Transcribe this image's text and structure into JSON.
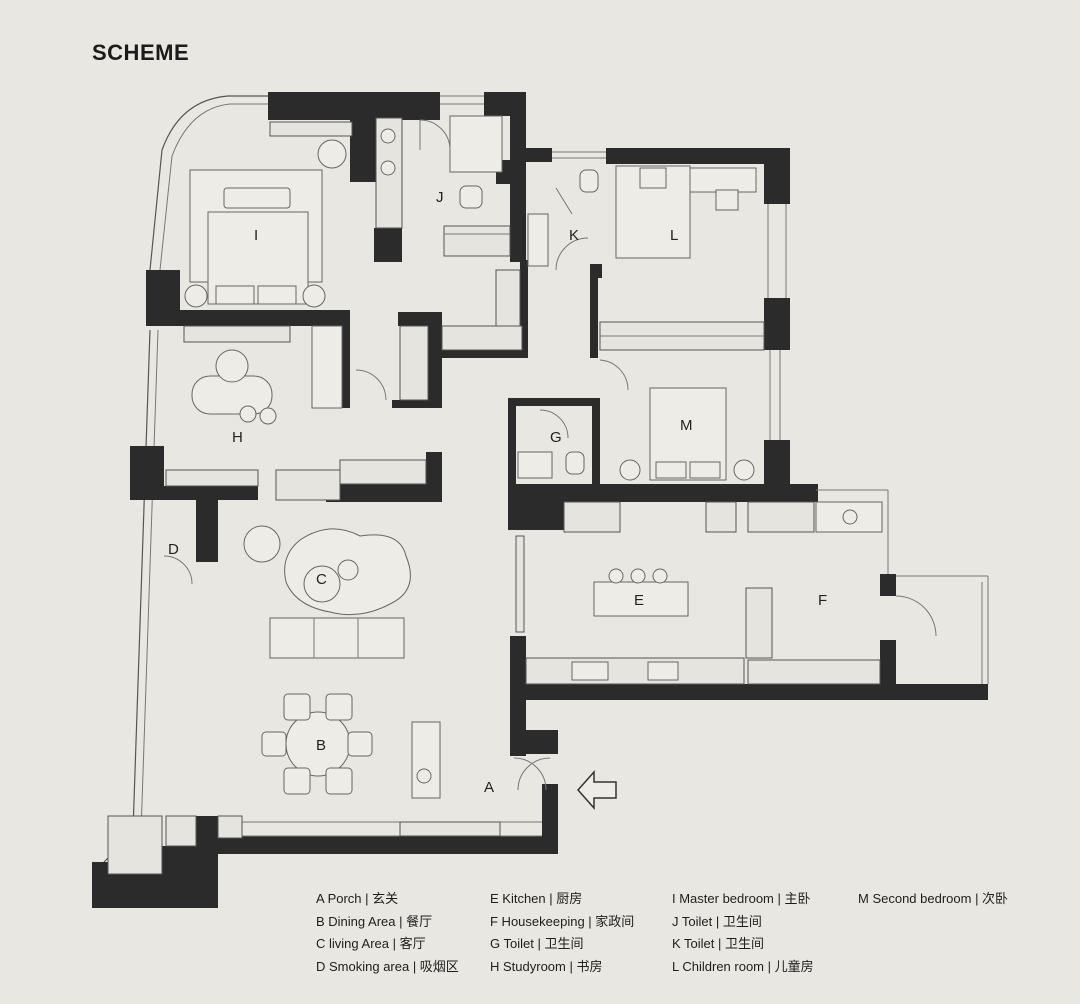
{
  "heading": "SCHEME",
  "rooms": {
    "A": "A",
    "B": "B",
    "C": "C",
    "D": "D",
    "E": "E",
    "F": "F",
    "G": "G",
    "H": "H",
    "I": "I",
    "J": "J",
    "K": "K",
    "L": "L",
    "M": "M"
  },
  "legend": {
    "col1": [
      "A Porch | 玄关",
      "B Dining Area | 餐厅",
      "C living Area | 客厅",
      "D Smoking area | 吸烟区"
    ],
    "col2": [
      "E Kitchen | 厨房",
      "F Housekeeping | 家政间",
      "G Toilet | 卫生间",
      "H Studyroom | 书房"
    ],
    "col3": [
      "I Master bedroom | 主卧",
      "J Toilet | 卫生间",
      "K Toilet | 卫生间",
      "L Children room | 儿童房"
    ],
    "col4": [
      "M Second bedroom | 次卧"
    ]
  },
  "colors": {
    "background": "#e9e7e1",
    "wall": "#2b2b2b",
    "line": "#666666"
  }
}
